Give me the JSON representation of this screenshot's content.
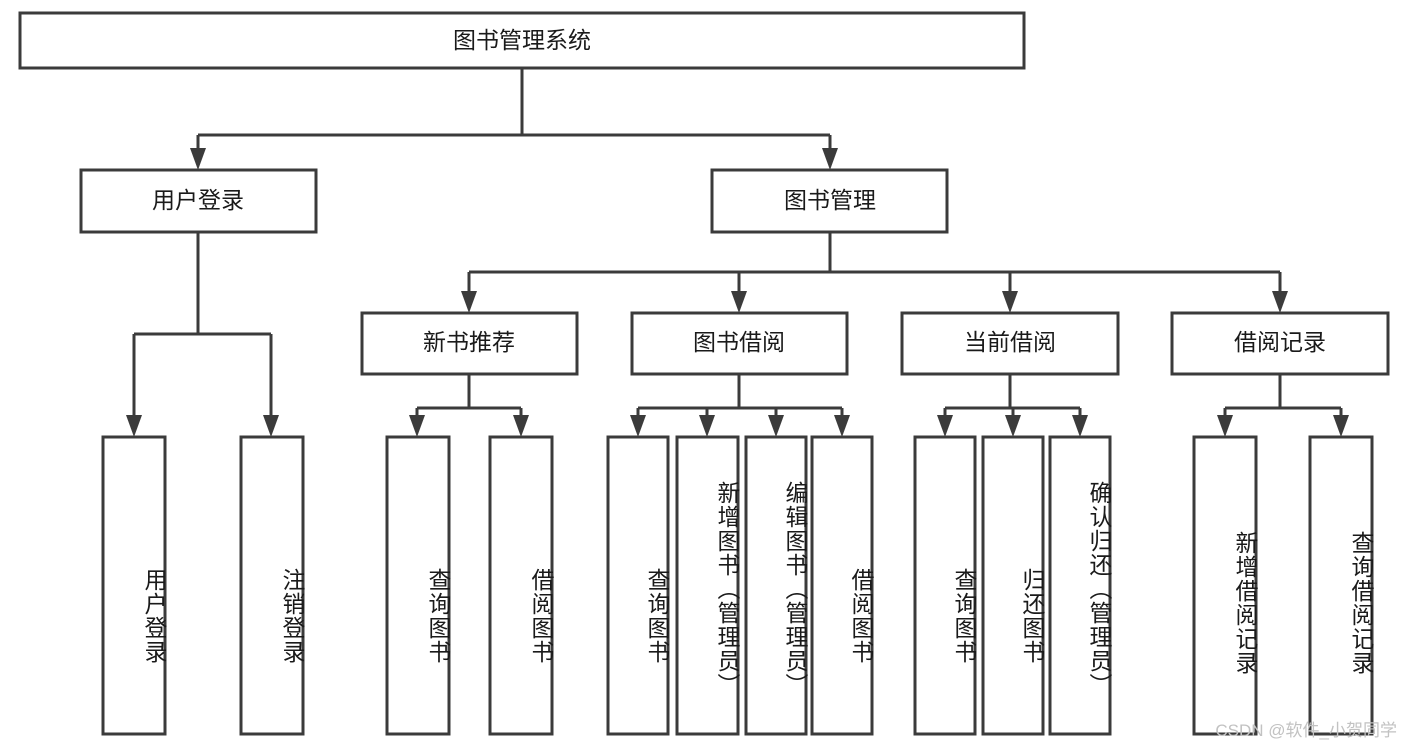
{
  "diagram": {
    "type": "tree-hierarchy",
    "title": "图书管理系统",
    "watermark": "CSDN @软件_小贺同学",
    "colors": {
      "stroke": "#3b3b3b",
      "box_fill": "#ffffff",
      "text": "#1a1a1a",
      "background": "#ffffff",
      "watermark": "#c2c2c2"
    },
    "levels": {
      "root": {
        "label": "图书管理系统"
      },
      "level2": [
        {
          "id": "user-login",
          "label": "用户登录"
        },
        {
          "id": "book-manage",
          "label": "图书管理"
        }
      ],
      "level3": [
        {
          "id": "new-book-recommend",
          "label": "新书推荐",
          "parent": "book-manage"
        },
        {
          "id": "book-borrow",
          "label": "图书借阅",
          "parent": "book-manage"
        },
        {
          "id": "current-borrow",
          "label": "当前借阅",
          "parent": "book-manage"
        },
        {
          "id": "borrow-record",
          "label": "借阅记录",
          "parent": "book-manage"
        }
      ],
      "leaves": {
        "user-login": [
          {
            "id": "leaf-user-login",
            "label": "用户登录"
          },
          {
            "id": "leaf-logout-login",
            "label": "注销登录"
          }
        ],
        "new-book-recommend": [
          {
            "id": "leaf-query-book-1",
            "label": "查询图书"
          },
          {
            "id": "leaf-borrow-book-1",
            "label": "借阅图书"
          }
        ],
        "book-borrow": [
          {
            "id": "leaf-query-book-2",
            "label": "查询图书"
          },
          {
            "id": "leaf-add-book",
            "label": "新增图书（管理员）"
          },
          {
            "id": "leaf-edit-book",
            "label": "编辑图书（管理员）"
          },
          {
            "id": "leaf-borrow-book-2",
            "label": "借阅图书"
          }
        ],
        "current-borrow": [
          {
            "id": "leaf-query-book-3",
            "label": "查询图书"
          },
          {
            "id": "leaf-return-book",
            "label": "归还图书"
          },
          {
            "id": "leaf-confirm-return",
            "label": "确认归还（管理员）"
          }
        ],
        "borrow-record": [
          {
            "id": "leaf-add-record",
            "label": "新增借阅记录"
          },
          {
            "id": "leaf-query-record",
            "label": "查询借阅记录"
          }
        ]
      }
    }
  }
}
